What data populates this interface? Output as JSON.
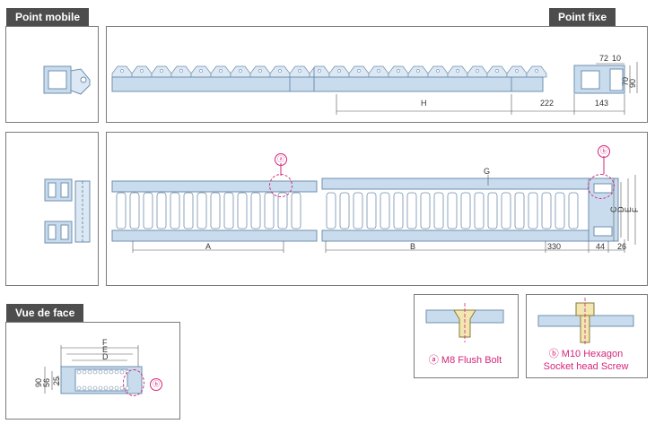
{
  "tabs": {
    "moving_end": "Point mobile",
    "fixed_end": "Point fixe",
    "front_view": "Vue de face"
  },
  "side_view_dims": {
    "d72": "72",
    "d10": "10",
    "d70": "70",
    "d90": "90",
    "H": "H",
    "d222": "222",
    "d143": "143"
  },
  "plan_view_dims": {
    "A": "A",
    "B": "B",
    "d330": "330",
    "d44": "44",
    "d26": "26",
    "G": "G",
    "C": "C",
    "D": "D",
    "E": "E",
    "F": "F"
  },
  "front_view_dims": {
    "F": "F",
    "E": "E",
    "D": "D",
    "d90": "90",
    "d56": "56",
    "d25": "25"
  },
  "markers": {
    "a": "ⓐ",
    "b": "ⓑ"
  },
  "details": {
    "flush_bolt_line1": "ⓐ M8 Flush Bolt",
    "hex_screw_line1": "ⓑ M10 Hexagon",
    "hex_screw_line2": "Socket head Screw"
  },
  "colors": {
    "steel": "#c9dcee",
    "steel_edge": "#6f8fae",
    "accent": "#d4257a",
    "tab_bg": "#4d4d4d",
    "bolt": "#f2e7b0"
  }
}
